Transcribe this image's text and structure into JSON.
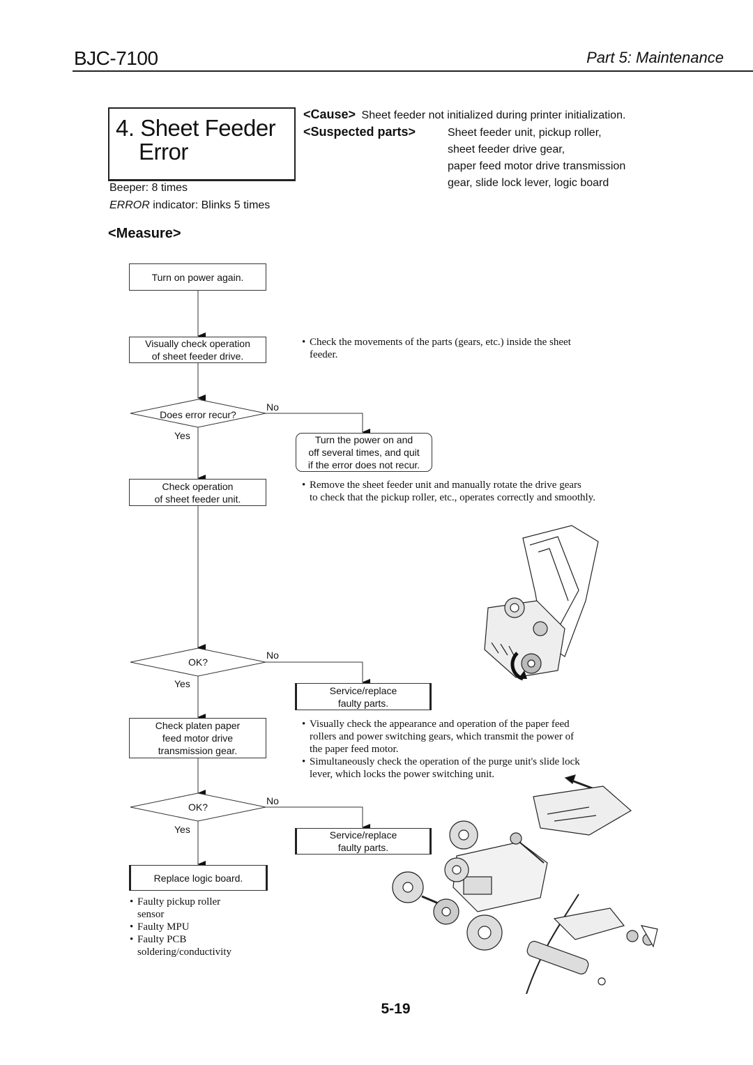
{
  "header": {
    "model": "BJC-7100",
    "part": "Part 5: Maintenance"
  },
  "title": {
    "line1": "4. Sheet Feeder",
    "line2": "Error"
  },
  "beeper": "Beeper: 8 times",
  "error_indicator": {
    "label": "ERROR",
    "text": " indicator: Blinks 5 times"
  },
  "cause": {
    "label": "<Cause>",
    "text": "Sheet feeder not initialized during printer initialization."
  },
  "suspected": {
    "label": "<Suspected parts>",
    "lines": [
      "Sheet feeder unit, pickup roller,",
      "sheet feeder drive gear,",
      "paper feed motor drive transmission",
      "gear, slide lock lever, logic board"
    ]
  },
  "measure_label": "<Measure>",
  "flow": {
    "step1": "Turn on power again.",
    "step2": [
      "Visually check operation",
      "of sheet feeder drive."
    ],
    "decision1": "Does error recur?",
    "d1_no": "No",
    "d1_yes": "Yes",
    "recur_note": [
      "Turn the power on and",
      "off several times, and quit",
      "if the error does not recur."
    ],
    "step3": [
      "Check operation",
      "of sheet feeder unit."
    ],
    "decision2": "OK?",
    "d2_no": "No",
    "d2_yes": "Yes",
    "service1": [
      "Service/replace",
      "faulty parts."
    ],
    "step4": [
      "Check platen paper",
      "feed motor drive",
      "transmission gear."
    ],
    "decision3": "OK?",
    "d3_no": "No",
    "d3_yes": "Yes",
    "service2": [
      "Service/replace",
      "faulty parts."
    ],
    "step5": "Replace logic board."
  },
  "notes": {
    "n1": [
      "Check the movements of the parts (gears, etc.) inside the sheet",
      "feeder."
    ],
    "n2": [
      "Remove the sheet feeder unit and manually rotate the drive gears",
      "to check that the pickup roller, etc., operates correctly and smoothly."
    ],
    "n3": [
      "Visually check the appearance and operation of the paper feed",
      "rollers and power switching gears, which transmit the power of",
      "the paper feed motor."
    ],
    "n4": [
      "Simultaneously check the operation of the purge unit's slide lock",
      "lever, which locks the power switching unit."
    ],
    "faults": [
      [
        "Faulty pickup roller",
        "sensor"
      ],
      [
        "Faulty MPU"
      ],
      [
        "Faulty PCB",
        "soldering/conductivity"
      ]
    ]
  },
  "page_number": "5-19"
}
